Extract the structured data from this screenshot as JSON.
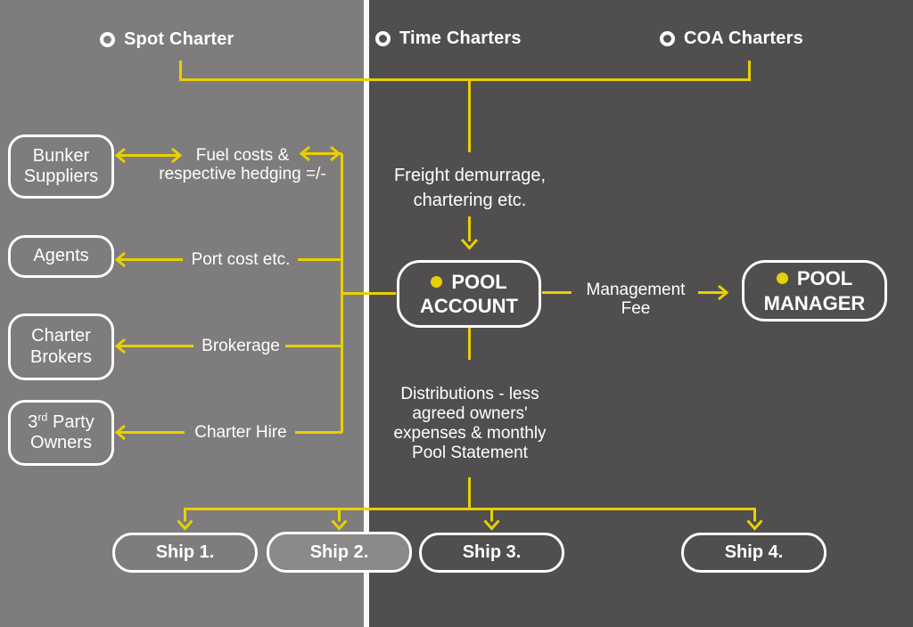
{
  "colors": {
    "accent": "#e8d000",
    "left_bg": "#7e7c7d",
    "right_bg": "#514e4f",
    "divider": "#f7f7f7",
    "box_border": "#ffffff",
    "text": "#ffffff",
    "ship2_fill": "#8b898a"
  },
  "top_labels": {
    "spot": "Spot Charter",
    "time": "Time Charters",
    "coa": "COA Charters"
  },
  "left_entities": {
    "bunker": "Bunker\nSuppliers",
    "agents": "Agents",
    "charter_brokers": "Charter\nBrokers",
    "third_party": {
      "prefix": "3",
      "sup": "rd",
      "rest": " Party",
      "line2": "Owners"
    }
  },
  "flow_labels": {
    "fuel": "Fuel costs &\nrespective hedging =/-",
    "port": "Port cost etc.",
    "brokerage": "Brokerage",
    "charter_hire": "Charter Hire",
    "freight": "Freight demurrage,\nchartering etc.",
    "management_fee": "Management\nFee",
    "distributions": "Distributions - less\nagreed owners'\nexpenses & monthly\nPool Statement"
  },
  "pool_account": {
    "line1": "POOL",
    "line2": "ACCOUNT"
  },
  "pool_manager": {
    "line1": "POOL",
    "line2": "MANAGER"
  },
  "ships": [
    {
      "label": "Ship 1."
    },
    {
      "label": "Ship 2."
    },
    {
      "label": "Ship 3."
    },
    {
      "label": "Ship 4."
    }
  ]
}
